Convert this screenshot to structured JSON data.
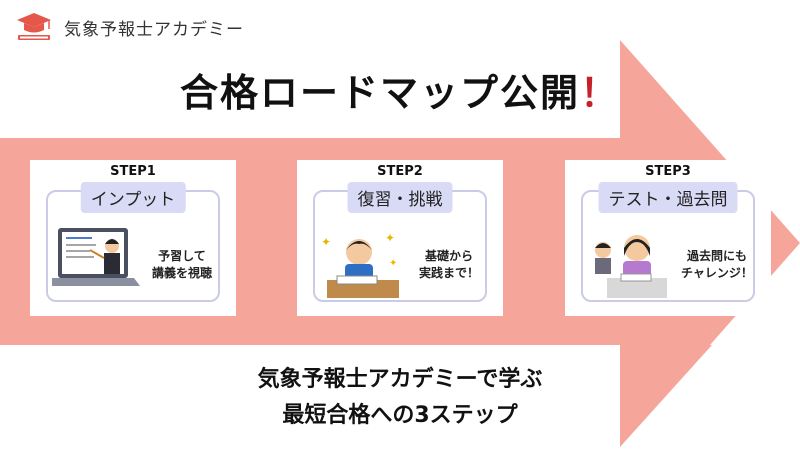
{
  "brand": {
    "name": "気象予報士アカデミー",
    "icon": "graduation-cap-book-icon"
  },
  "headline": {
    "text": "合格ロードマップ公開",
    "accent": "！"
  },
  "colors": {
    "arrow": "#f6a59a",
    "accent_red": "#c8202a",
    "pill": "#d9daf5",
    "frame": "#c9cbe8"
  },
  "steps": [
    {
      "step": "STEP1",
      "title": "インプット",
      "caption_line1": "予習して",
      "caption_line2": "講義を視聴",
      "icon": "laptop-lecture-icon"
    },
    {
      "step": "STEP2",
      "title": "復習・挑戦",
      "caption_line1": "基礎から",
      "caption_line2": "実践まで！",
      "icon": "student-studying-icon"
    },
    {
      "step": "STEP3",
      "title": "テスト・過去問",
      "caption_line1": "過去問にも",
      "caption_line2": "チャレンジ！",
      "icon": "exam-students-icon"
    }
  ],
  "tagline": {
    "line1": "気象予報士アカデミーで学ぶ",
    "line2": "最短合格への3ステップ"
  }
}
